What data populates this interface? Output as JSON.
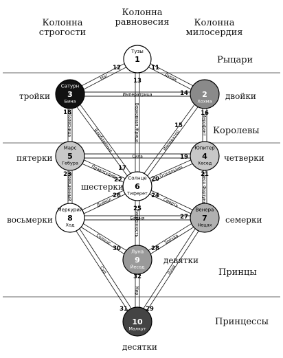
{
  "columns": {
    "left": {
      "line1": "Колонна",
      "line2": "строгости"
    },
    "middle": {
      "line1": "Колонна",
      "line2": "равновесия"
    },
    "right": {
      "line1": "Колонна",
      "line2": "милосердия"
    }
  },
  "tiers": [
    "Рыцари",
    "Королевы",
    "Принцы",
    "Принцессы"
  ],
  "side_labels": {
    "s3": "тройки",
    "s2": "двойки",
    "s5": "пятерки",
    "s4": "четверки",
    "s6": "шестерки",
    "s8": "восьмерки",
    "s7": "семерки",
    "s9": "девятки",
    "s10": "десятки"
  },
  "sephirot": {
    "s1": {
      "num": "1",
      "top": "Тузы"
    },
    "s2": {
      "num": "2",
      "top": "",
      "sub": "Хохма"
    },
    "s3": {
      "num": "3",
      "top": "Сатурн",
      "sub": "Бина"
    },
    "s4": {
      "num": "4",
      "top": "Юпитер",
      "sub": "Хесед"
    },
    "s5": {
      "num": "5",
      "top": "Марс",
      "sub": "Гебура"
    },
    "s6": {
      "num": "6",
      "top": "Солнце",
      "sub": "Тиферет"
    },
    "s7": {
      "num": "7",
      "top": "Венера",
      "sub": "Нецах"
    },
    "s8": {
      "num": "8",
      "top": "Меркурий",
      "sub": "Ход"
    },
    "s9": {
      "num": "9",
      "top": "Луна",
      "sub": "Йесод"
    },
    "s10": {
      "num": "10",
      "top": "",
      "sub": "Малкут"
    }
  },
  "paths": {
    "p11": {
      "num": "11",
      "name": "Дурак"
    },
    "p12": {
      "num": "12",
      "name": "Маг"
    },
    "p13": {
      "num": "13",
      "name": "Верховная Жрица"
    },
    "p14": {
      "num": "14",
      "name": "Императрица"
    },
    "p15": {
      "num": "15",
      "name": "Император"
    },
    "p16": {
      "num": "16",
      "name": "Иерофант"
    },
    "p17": {
      "num": "17",
      "name": "Влюбленные"
    },
    "p18": {
      "num": "18",
      "name": "Колесница"
    },
    "p19": {
      "num": "19",
      "name": "Сила"
    },
    "p20": {
      "num": "20",
      "name": "Отшельник"
    },
    "p21": {
      "num": "21",
      "name": "Колесо Фортуны"
    },
    "p22": {
      "num": "22",
      "name": "Правосудие"
    },
    "p23": {
      "num": "23",
      "name": "Повешенный"
    },
    "p24": {
      "num": "24",
      "name": "Смерть"
    },
    "p25": {
      "num": "25",
      "name": "Умеренность"
    },
    "p26": {
      "num": "26",
      "name": "Дьявол"
    },
    "p27": {
      "num": "27",
      "name": "Башня"
    },
    "p28": {
      "num": "28",
      "name": "Звезда"
    },
    "p29": {
      "num": "29",
      "name": "Луна"
    },
    "p30": {
      "num": "30",
      "name": "Солнце"
    },
    "p31": {
      "num": "31",
      "name": "Суд"
    },
    "p32": {
      "num": "32",
      "name": "Мир"
    }
  },
  "colors": {
    "s1": "#ffffff",
    "s2": "#8a8a8a",
    "s3": "#111111",
    "s4": "#c8c8c8",
    "s5": "#c8c8c8",
    "s6": "#ffffff",
    "s7": "#b0b0b0",
    "s8": "#ffffff",
    "s9": "#9a9a9a",
    "s10": "#444444",
    "line": "#222222",
    "tierline": "#888888"
  }
}
